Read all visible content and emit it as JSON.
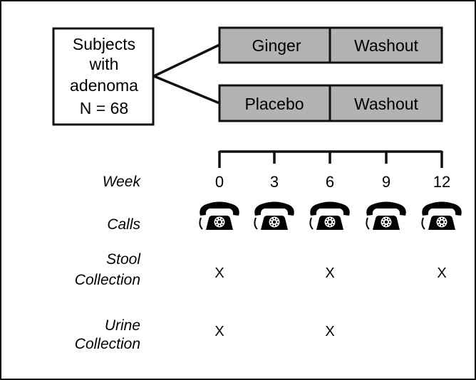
{
  "subjects_box": {
    "lines": [
      "Subjects",
      "with",
      "adenoma",
      "N = 68"
    ]
  },
  "arms": [
    {
      "treatment": "Ginger",
      "followup": "Washout"
    },
    {
      "treatment": "Placebo",
      "followup": "Washout"
    }
  ],
  "timeline": {
    "week_label": "Week",
    "weeks": [
      "0",
      "3",
      "6",
      "9",
      "12"
    ]
  },
  "calls": {
    "label": "Calls",
    "icon": "telephone-icon"
  },
  "stool": {
    "label_lines": [
      "Stool",
      "Collection"
    ],
    "mark": "X",
    "at_weeks": [
      "0",
      "6",
      "12"
    ]
  },
  "urine": {
    "label_lines": [
      "Urine",
      "Collection"
    ],
    "mark": "X",
    "at_weeks": [
      "0",
      "6"
    ]
  },
  "colors": {
    "arm_fill": "#b3b3b3",
    "line": "#111111"
  }
}
